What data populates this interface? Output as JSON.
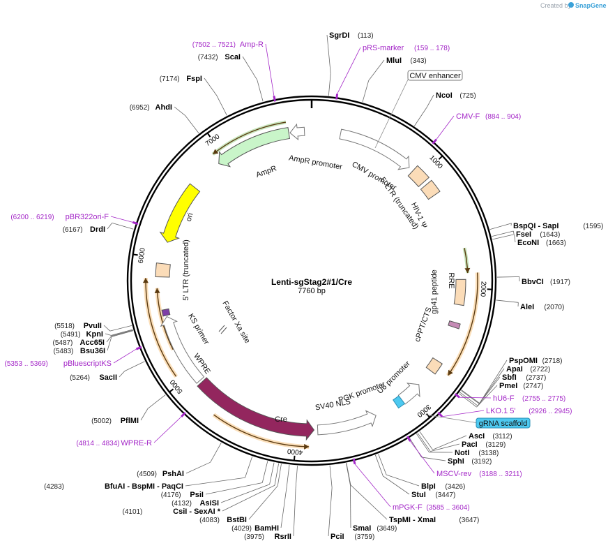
{
  "plasmid": {
    "name": "Lenti-sgStag2#1/Cre",
    "length_label": "7760 bp",
    "length": 7760
  },
  "branding": {
    "created_by": "Created by",
    "product": "SnapGene"
  },
  "ticks": [
    {
      "pos": 1000,
      "label": "1000"
    },
    {
      "pos": 2000,
      "label": "2000"
    },
    {
      "pos": 3000,
      "label": "3000"
    },
    {
      "pos": 4000,
      "label": "4000"
    },
    {
      "pos": 5000,
      "label": "5000"
    },
    {
      "pos": 6000,
      "label": "6000"
    },
    {
      "pos": 7000,
      "label": "7000"
    }
  ],
  "sites": [
    {
      "name": "SgrDI",
      "pos_text": "(113)",
      "bp": 113,
      "side": "right"
    },
    {
      "name": "MluI",
      "pos_text": "(343)",
      "bp": 343,
      "side": "right"
    },
    {
      "name": "NcoI",
      "pos_text": "(725)",
      "bp": 725,
      "side": "right"
    },
    {
      "name": "BspQI  -  SapI",
      "pos_text": "(1595)",
      "bp": 1595,
      "side": "right"
    },
    {
      "name": "FseI",
      "pos_text": "(1643)",
      "bp": 1643,
      "side": "right"
    },
    {
      "name": "EcoNI",
      "pos_text": "(1663)",
      "bp": 1663,
      "side": "right"
    },
    {
      "name": "BbvCI",
      "pos_text": "(1917)",
      "bp": 1917,
      "side": "right"
    },
    {
      "name": "AleI",
      "pos_text": "(2070)",
      "bp": 2070,
      "side": "right"
    },
    {
      "name": "PspOMI",
      "pos_text": "(2718)",
      "bp": 2718,
      "side": "right"
    },
    {
      "name": "ApaI",
      "pos_text": "(2722)",
      "bp": 2722,
      "side": "right"
    },
    {
      "name": "SbfI",
      "pos_text": "(2737)",
      "bp": 2737,
      "side": "right"
    },
    {
      "name": "PmeI",
      "pos_text": "(2747)",
      "bp": 2747,
      "side": "right"
    },
    {
      "name": "AscI",
      "pos_text": "(3112)",
      "bp": 3112,
      "side": "right"
    },
    {
      "name": "PacI",
      "pos_text": "(3129)",
      "bp": 3129,
      "side": "right"
    },
    {
      "name": "NotI",
      "pos_text": "(3138)",
      "bp": 3138,
      "side": "right"
    },
    {
      "name": "SphI",
      "pos_text": "(3192)",
      "bp": 3192,
      "side": "right"
    },
    {
      "name": "BlpI",
      "pos_text": "(3426)",
      "bp": 3426,
      "side": "right"
    },
    {
      "name": "StuI",
      "pos_text": "(3447)",
      "bp": 3447,
      "side": "right"
    },
    {
      "name": "TspMI  -  XmaI",
      "pos_text": "(3647)",
      "bp": 3647,
      "side": "right"
    },
    {
      "name": "SmaI",
      "pos_text": "(3649)",
      "bp": 3649,
      "side": "right"
    },
    {
      "name": "PciI",
      "pos_text": "(3759)",
      "bp": 3759,
      "side": "right"
    },
    {
      "name": "RsrII",
      "pos_text": "(3975)",
      "bp": 3975,
      "side": "left"
    },
    {
      "name": "BamHI",
      "pos_text": "(4029)",
      "bp": 4029,
      "side": "left"
    },
    {
      "name": "BstBI",
      "pos_text": "(4083)",
      "bp": 4083,
      "side": "left"
    },
    {
      "name": "CsiI  -  SexAI *",
      "pos_text": "(4101)",
      "bp": 4101,
      "side": "left"
    },
    {
      "name": "AsiSI",
      "pos_text": "(4132)",
      "bp": 4132,
      "side": "left"
    },
    {
      "name": "PsiI",
      "pos_text": "(4176)",
      "bp": 4176,
      "side": "left"
    },
    {
      "name": "BfuAI  -  BspMI  -  PaqCI",
      "pos_text": "(4283)",
      "bp": 4283,
      "side": "left"
    },
    {
      "name": "PshAI",
      "pos_text": "(4509)",
      "bp": 4509,
      "side": "left"
    },
    {
      "name": "PflMI",
      "pos_text": "(5002)",
      "bp": 5002,
      "side": "left"
    },
    {
      "name": "SacII",
      "pos_text": "(5264)",
      "bp": 5264,
      "side": "left"
    },
    {
      "name": "Bsu36I",
      "pos_text": "(5483)",
      "bp": 5483,
      "side": "left"
    },
    {
      "name": "Acc65I",
      "pos_text": "(5487)",
      "bp": 5487,
      "side": "left"
    },
    {
      "name": "KpnI",
      "pos_text": "(5491)",
      "bp": 5491,
      "side": "left"
    },
    {
      "name": "PvuII",
      "pos_text": "(5518)",
      "bp": 5518,
      "side": "left"
    },
    {
      "name": "DrdI",
      "pos_text": "(6167)",
      "bp": 6167,
      "side": "left"
    },
    {
      "name": "AhdI",
      "pos_text": "(6952)",
      "bp": 6952,
      "side": "left"
    },
    {
      "name": "FspI",
      "pos_text": "(7174)",
      "bp": 7174,
      "side": "left"
    },
    {
      "name": "ScaI",
      "pos_text": "(7432)",
      "bp": 7432,
      "side": "left"
    }
  ],
  "primers": [
    {
      "name": "pRS-marker",
      "pos_text": "(159 .. 178)",
      "bp": 168
    },
    {
      "name": "CMV-F",
      "pos_text": "(884 .. 904)",
      "bp": 894
    },
    {
      "name": "hU6-F",
      "pos_text": "(2755 .. 2775)",
      "bp": 2765
    },
    {
      "name": "LKO.1 5'",
      "pos_text": "(2926 .. 2945)",
      "bp": 2935
    },
    {
      "name": "MSCV-rev",
      "pos_text": "(3188 .. 3211)",
      "bp": 3199
    },
    {
      "name": "mPGK-F",
      "pos_text": "(3585 .. 3604)",
      "bp": 3594
    },
    {
      "name": "WPRE-R",
      "pos_text": "(4814 .. 4834)",
      "bp": 4824
    },
    {
      "name": "pBluescriptKS",
      "pos_text": "(5353 .. 5369)",
      "bp": 5361
    },
    {
      "name": "pBR322ori-F",
      "pos_text": "(6200 .. 6219)",
      "bp": 6209
    },
    {
      "name": "Amp-R",
      "pos_text": "(7502 .. 7521)",
      "bp": 7511
    }
  ],
  "boxed_labels": [
    {
      "name": "CMV enhancer",
      "color": "#ffffff",
      "border": "#777777"
    },
    {
      "name": "gRNA scaffold",
      "color": "#4dc9f0",
      "border": "#2a8fb5"
    }
  ],
  "features": [
    {
      "name": "AmpR",
      "color": "#c9f5c9"
    },
    {
      "name": "AmpR promoter",
      "color": "#ffffff"
    },
    {
      "name": "CMV promoter",
      "color": "#ffffff"
    },
    {
      "name": "5' LTR (truncated)",
      "color": "#fbdcb8"
    },
    {
      "name": "HIV-1 Ψ",
      "color": "#fbdcb8"
    },
    {
      "name": "RRE",
      "color": "#fbdcb8"
    },
    {
      "name": "gp41 peptide",
      "color": "#c58bb5"
    },
    {
      "name": "cPPT/CTS",
      "color": "#fbdcb8"
    },
    {
      "name": "U6 promoter",
      "color": "#ffffff"
    },
    {
      "name": "PGK promoter",
      "color": "#ffffff"
    },
    {
      "name": "SV40 NLS",
      "color": "#ffffff"
    },
    {
      "name": "Cre",
      "color": "#93265e"
    },
    {
      "name": "WPRE",
      "color": "#ffffff"
    },
    {
      "name": "KS primer",
      "color": "#7e3fa6"
    },
    {
      "name": "Factor Xa site",
      "color": "#ffffff"
    },
    {
      "name": "5' LTR (truncated)",
      "color": "#fbdcb8"
    },
    {
      "name": "ori",
      "color": "#ffff00"
    }
  ],
  "colors": {
    "backbone": "#000000",
    "primer": "#a326c7",
    "orf_green": "#5db33c",
    "orf_orange": "#f3a23a"
  }
}
